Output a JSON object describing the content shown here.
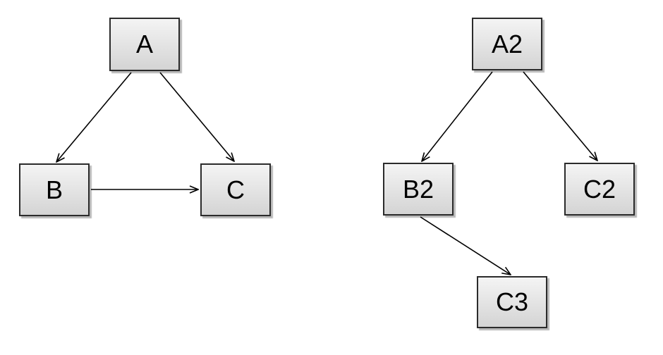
{
  "diagram": {
    "description": "Two directed node-link graphs on a white canvas",
    "colors": {
      "background": "#ffffff",
      "node_fill_top": "#f4f4f4",
      "node_fill_bottom": "#d4d4d4",
      "node_border": "#2b2b2b",
      "edge": "#000000",
      "label": "#000000"
    },
    "graphs": [
      {
        "name": "left-graph",
        "nodes": [
          {
            "id": "A",
            "label": "A"
          },
          {
            "id": "B",
            "label": "B"
          },
          {
            "id": "C",
            "label": "C"
          }
        ],
        "edges": [
          {
            "from": "A",
            "to": "B"
          },
          {
            "from": "A",
            "to": "C"
          },
          {
            "from": "B",
            "to": "C"
          }
        ]
      },
      {
        "name": "right-graph",
        "nodes": [
          {
            "id": "A2",
            "label": "A2"
          },
          {
            "id": "B2",
            "label": "B2"
          },
          {
            "id": "C2",
            "label": "C2"
          },
          {
            "id": "C3",
            "label": "C3"
          }
        ],
        "edges": [
          {
            "from": "A2",
            "to": "B2"
          },
          {
            "from": "A2",
            "to": "C2"
          },
          {
            "from": "B2",
            "to": "C3"
          }
        ]
      }
    ]
  }
}
